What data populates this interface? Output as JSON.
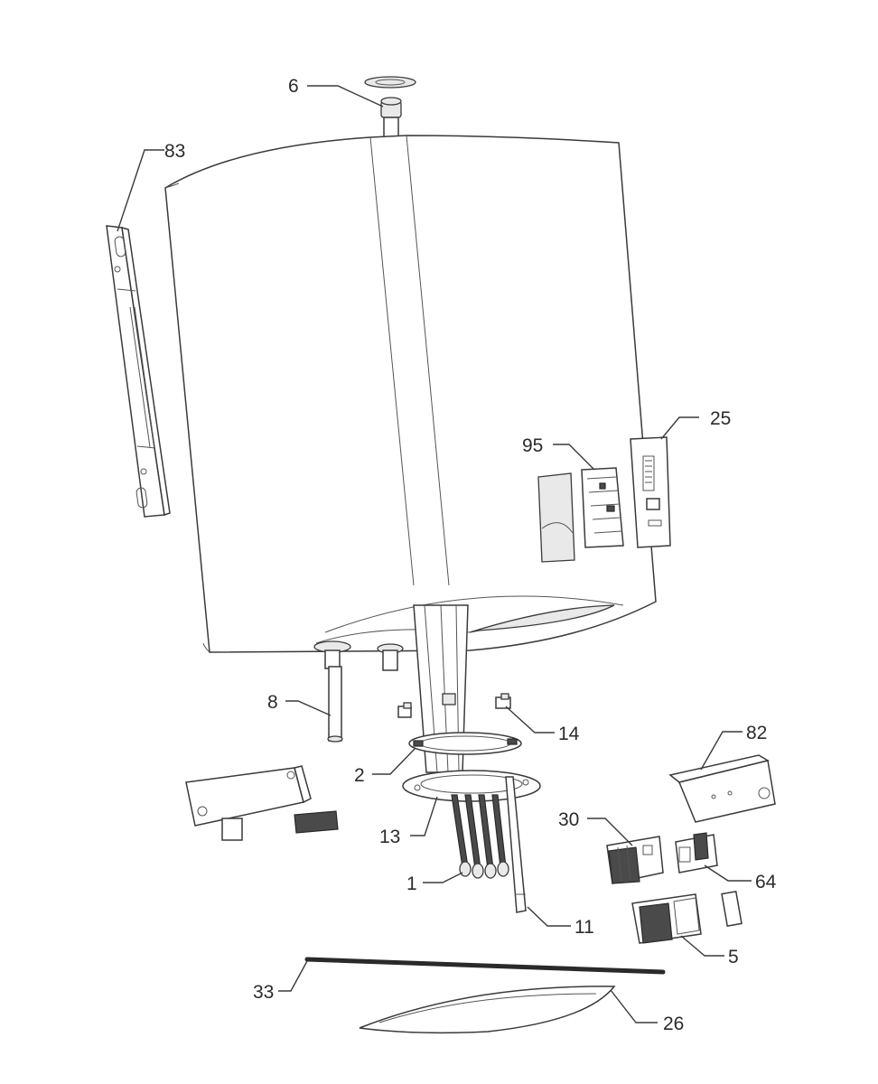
{
  "labels": {
    "l6": "6",
    "l83": "83",
    "l25": "25",
    "l95": "95",
    "l8": "8",
    "l14": "14",
    "l82": "82",
    "l2": "2",
    "l13": "13",
    "l30": "30",
    "l64": "64",
    "l1": "1",
    "l11": "11",
    "l5": "5",
    "l33": "33",
    "l26": "26"
  }
}
